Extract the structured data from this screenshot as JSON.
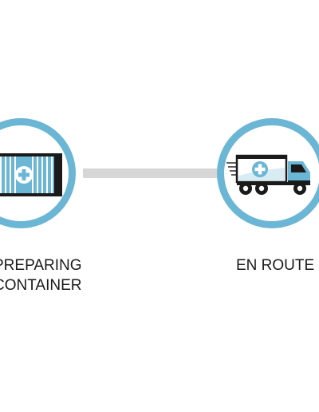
{
  "steps": [
    {
      "label_lines": [
        "PREPARING",
        "CONTAINER"
      ],
      "icon": "medical-container-icon"
    },
    {
      "label_lines": [
        "EN ROUTE"
      ],
      "icon": "medical-truck-icon"
    }
  ],
  "colors": {
    "ring": "#6bb6d4",
    "connector": "#d6d6d6",
    "icon_dark": "#1a1a1a",
    "icon_fill": "#6bb6d4",
    "text": "#1a1a1a"
  }
}
